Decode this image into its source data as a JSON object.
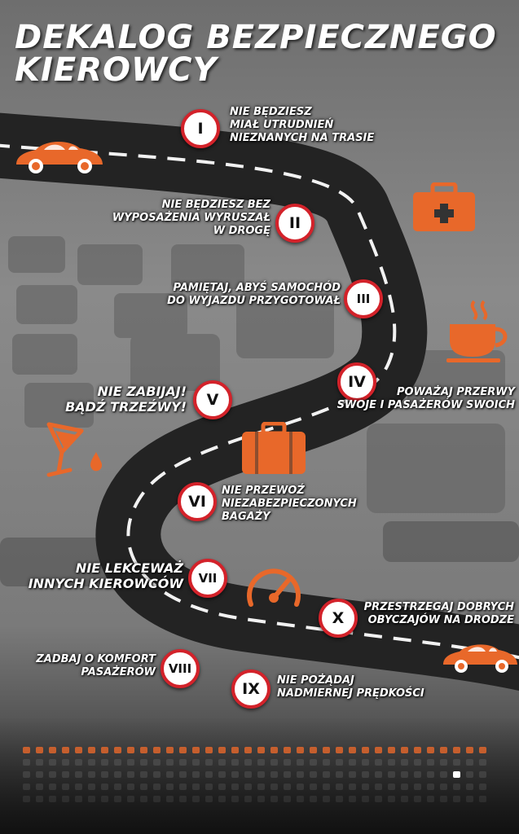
{
  "title": {
    "line1": "DEKALOG BEZPIECZNEGO",
    "line2": "KIEROWCY"
  },
  "colors": {
    "accent": "#e8682a",
    "badge_border": "#d3222a",
    "road": "#222222",
    "text": "#ffffff"
  },
  "commandments": [
    {
      "numeral": "I",
      "lines": [
        "NIE BĘDZIESZ",
        "MIAŁ UTRUDNIEŃ",
        "NIEZNANYCH NA TRASIE"
      ]
    },
    {
      "numeral": "II",
      "lines": [
        "NIE BĘDZIESZ BEZ",
        "WYPOSAŻENIA WYRUSZAŁ",
        "W DROGĘ"
      ]
    },
    {
      "numeral": "III",
      "lines": [
        "PAMIĘTAJ, ABYŚ SAMOCHÓD",
        "DO WYJAZDU PRZYGOTOWAŁ"
      ]
    },
    {
      "numeral": "IV",
      "lines": [
        "POWAŻAJ PRZERWY",
        "SWOJE I PASAŻERÓW SWOICH"
      ]
    },
    {
      "numeral": "V",
      "lines": [
        "NIE ZABIJAJ!",
        "BĄDŹ TRZEŹWY!"
      ]
    },
    {
      "numeral": "VI",
      "lines": [
        "NIE PRZEWOŹ",
        "NIEZABEZPIECZONYCH",
        "BAGAŻY"
      ]
    },
    {
      "numeral": "VII",
      "lines": [
        "NIE LEKCEWAŻ",
        "INNYCH KIEROWCÓW"
      ]
    },
    {
      "numeral": "VIII",
      "lines": [
        "ZADBAJ O KOMFORT",
        "PASAŻERÓW"
      ]
    },
    {
      "numeral": "IX",
      "lines": [
        "NIE POŻĄDAJ",
        "NADMIERNEJ PRĘDKOŚCI"
      ]
    },
    {
      "numeral": "X",
      "lines": [
        "PRZESTRZEGAJ DOBRYCH",
        "OBYCZAJÓW NA DRODZE"
      ]
    }
  ],
  "icons": [
    "car-icon",
    "first-aid-kit-icon",
    "coffee-cup-icon",
    "cocktail-glass-icon",
    "suitcase-icon",
    "speedometer-icon"
  ]
}
